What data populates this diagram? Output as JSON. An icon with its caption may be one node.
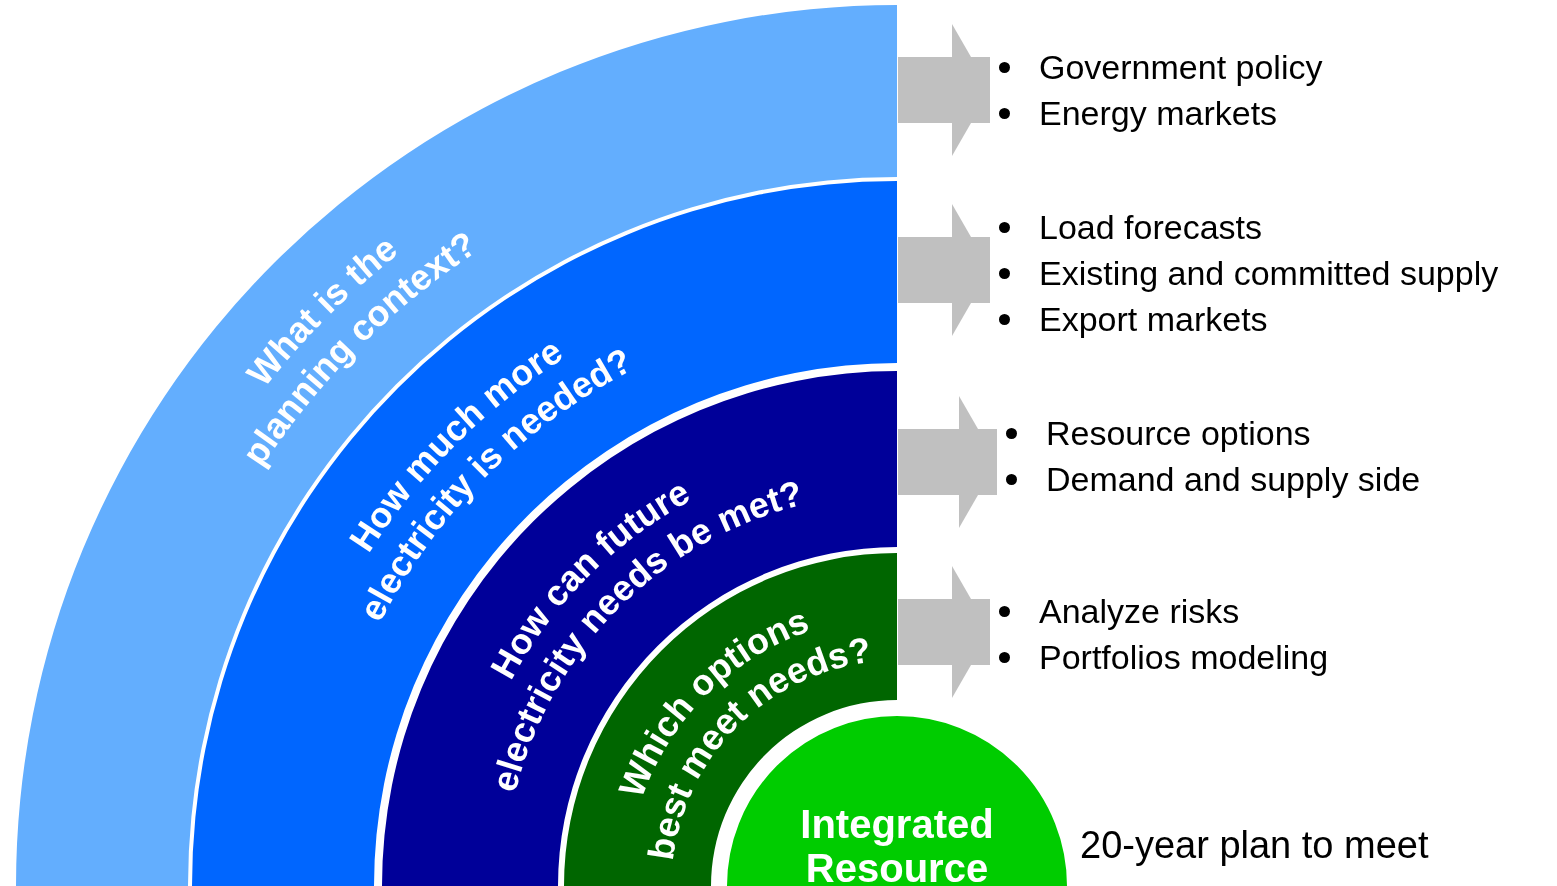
{
  "diagram": {
    "nodes": [
      {
        "text": [
          "What is the planning context?"
        ]
      },
      {
        "text": [
          "Government policy",
          "Energy markets"
        ]
      },
      {
        "text": [
          "How much more electricity is needed?"
        ]
      },
      {
        "text": [
          "Load forecasts",
          "Existing and committed supply",
          "Export markets"
        ]
      },
      {
        "text": [
          "How can future electricity needs be met?"
        ]
      },
      {
        "text": [
          "Resource options",
          "Demand and supply side"
        ]
      },
      {
        "text": [
          "Which options best meet needs?"
        ]
      },
      {
        "text": [
          "Analyze risks",
          "Portfolios modeling"
        ]
      },
      {
        "text": [
          "Integrated Resource"
        ],
        "beside": [
          "20-year plan to meet"
        ]
      }
    ],
    "edges": [
      {
        "from": 0,
        "to": 1,
        "arrow": "to"
      },
      {
        "from": 2,
        "to": 3,
        "arrow": "to"
      },
      {
        "from": 4,
        "to": 5,
        "arrow": "to"
      },
      {
        "from": 6,
        "to": 7,
        "arrow": "to"
      }
    ]
  }
}
